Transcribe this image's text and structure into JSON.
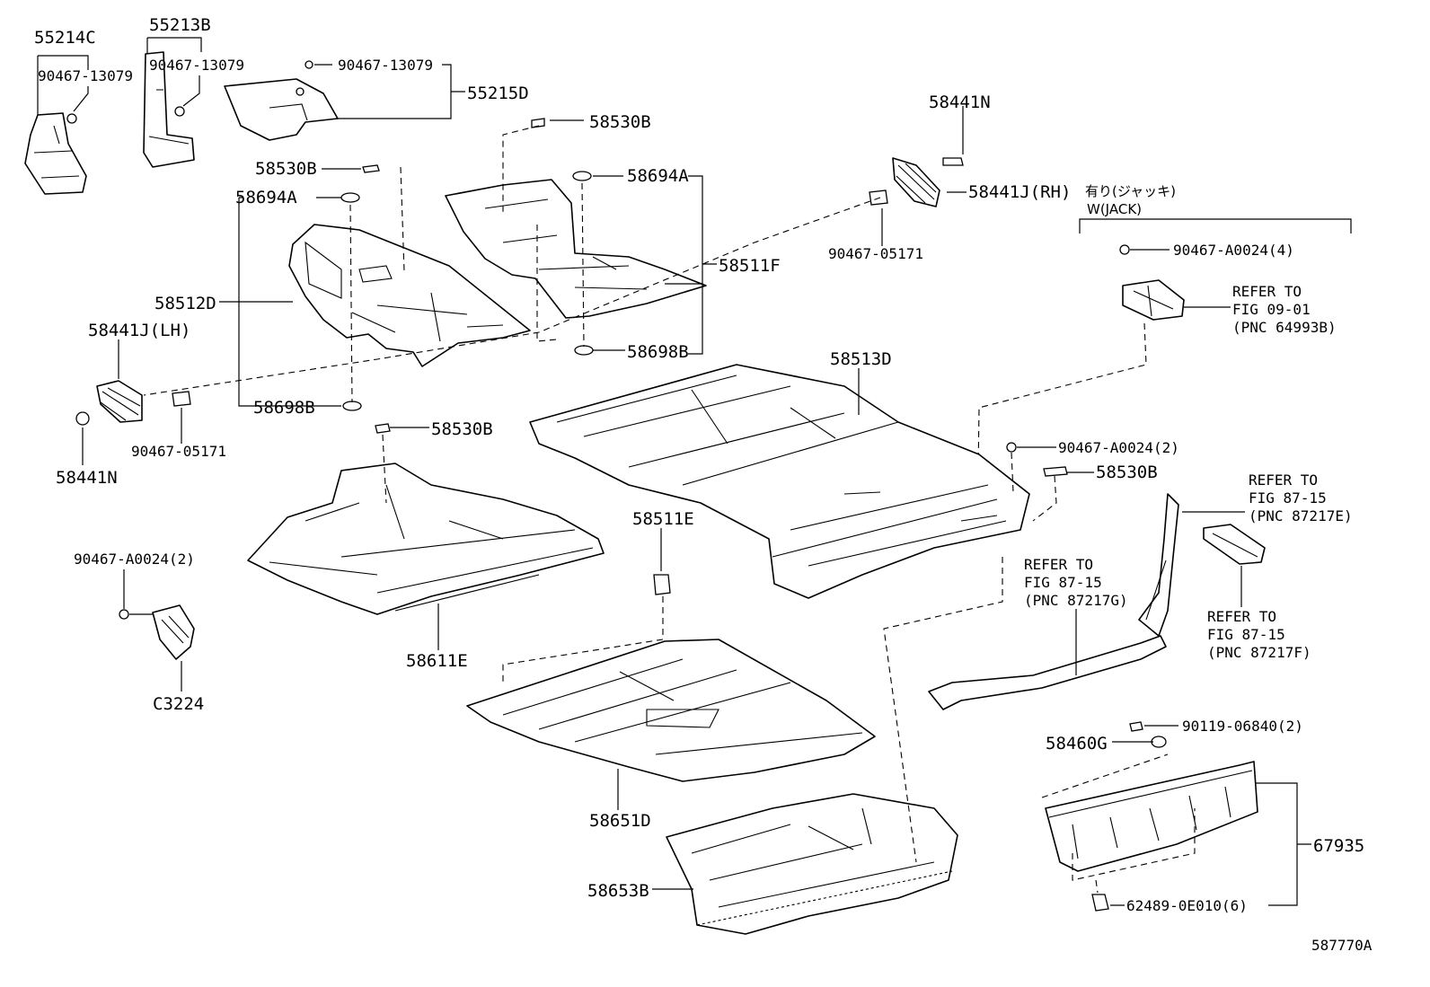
{
  "labels": {
    "p55214C": "55214C",
    "p55213B": "55213B",
    "c9046713079_a": "90467-13079",
    "c9046713079_b": "90467-13079",
    "c9046713079_c": "90467-13079",
    "p55215D": "55215D",
    "p58530B_a": "58530B",
    "p58530B_b": "58530B",
    "p58530B_c": "58530B",
    "p58530B_d": "58530B",
    "p58694A_a": "58694A",
    "p58694A_b": "58694A",
    "p58512D": "58512D",
    "p58511F": "58511F",
    "p58698B_a": "58698B",
    "p58698B_b": "58698B",
    "p58441N_a": "58441N",
    "p58441N_b": "58441N",
    "p58441J_RH": "58441J(RH)",
    "p58441J_LH": "58441J(LH)",
    "c9046705171_a": "90467-05171",
    "c9046705171_b": "90467-05171",
    "jack_jp": "有り(ジャッキ)",
    "jack_en": "W(JACK)",
    "c90467A0024_4": "90467-A0024(4)",
    "c90467A0024_2a": "90467-A0024(2)",
    "c90467A0024_2b": "90467-A0024(2)",
    "p58513D": "58513D",
    "p58611E": "58611E",
    "p58511E": "58511E",
    "pC3224": "C3224",
    "p58651D": "58651D",
    "p58653B": "58653B",
    "p58460G": "58460G",
    "c9011906840": "90119-06840(2)",
    "p67935": "67935",
    "c624890E010": "62489-0E010(6)",
    "fig_id": "587770A"
  },
  "references": {
    "r1_l1": "REFER TO",
    "r1_l2": "FIG 09-01",
    "r1_l3": "(PNC 64993B)",
    "r2_l1": "REFER TO",
    "r2_l2": "FIG 87-15",
    "r2_l3": "(PNC 87217E)",
    "r3_l1": "REFER TO",
    "r3_l2": "FIG 87-15",
    "r3_l3": "(PNC 87217G)",
    "r4_l1": "REFER TO",
    "r4_l2": "FIG 87-15",
    "r4_l3": "(PNC 87217F)"
  }
}
